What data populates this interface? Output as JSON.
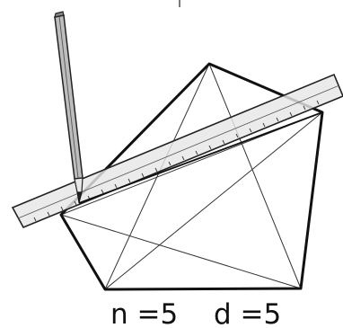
{
  "figure": {
    "polygon": {
      "vertex_count": 5,
      "diagonal_count": 5
    },
    "caption": {
      "n_text": "n =5",
      "d_text": "d =5"
    },
    "tools": [
      "ruler",
      "pencil"
    ]
  }
}
